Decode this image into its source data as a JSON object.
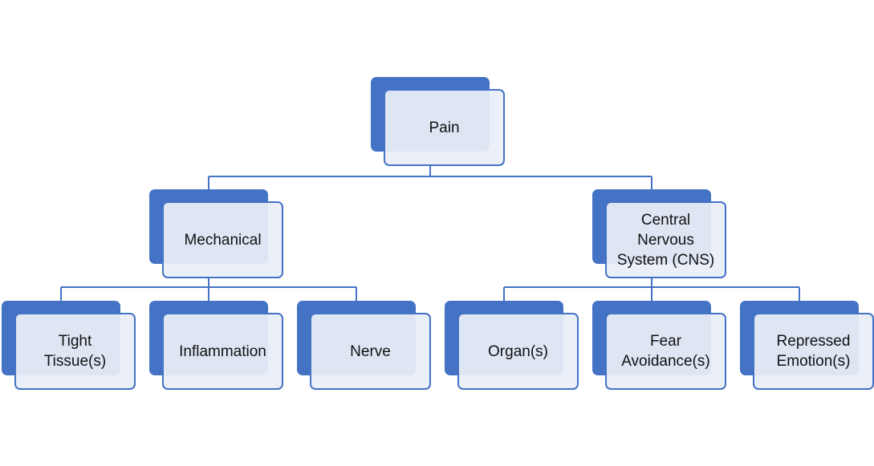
{
  "diagram": {
    "accent_color": "#4472c4",
    "fill_color": "#eaeff8",
    "nodes": {
      "pain": "Pain",
      "mechanical": "Mechanical",
      "cns": "Central\nNervous\nSystem (CNS)",
      "tight_tissue": "Tight\nTissue(s)",
      "inflammation": "Inflammation",
      "nerve": "Nerve",
      "organ": "Organ(s)",
      "fear_avoidance": "Fear\nAvoidance(s)",
      "repressed_emotion": "Repressed\nEmotion(s)"
    }
  }
}
